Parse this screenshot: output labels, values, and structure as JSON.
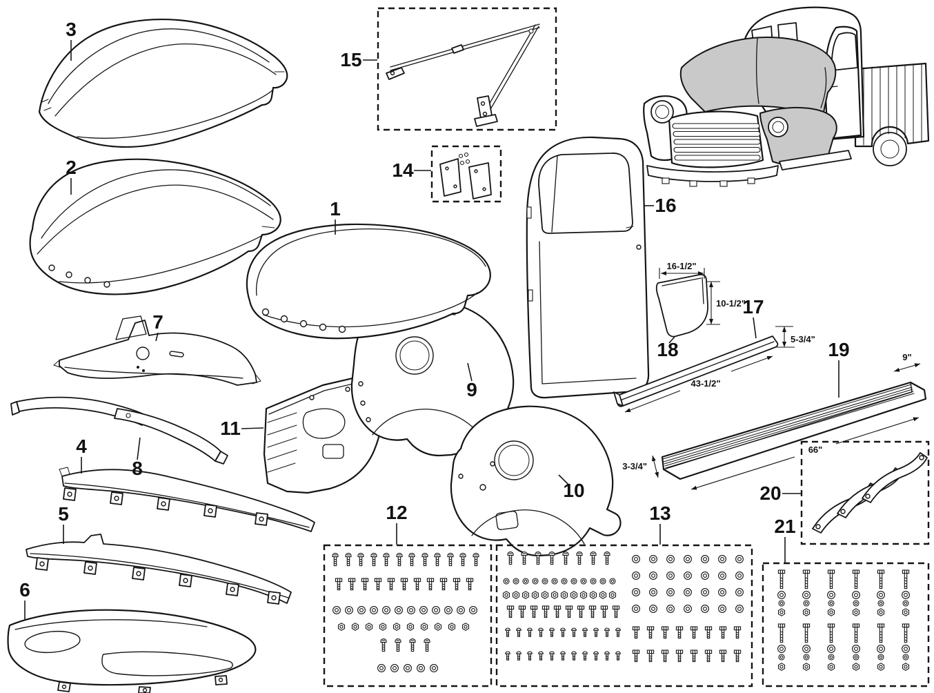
{
  "labels": {
    "p1": "1",
    "p2": "2",
    "p3": "3",
    "p4": "4",
    "p5": "5",
    "p6": "6",
    "p7": "7",
    "p8": "8",
    "p9": "9",
    "p10": "10",
    "p11": "11",
    "p12": "12",
    "p13": "13",
    "p14": "14",
    "p15": "15",
    "p16": "16",
    "p17": "17",
    "p18": "18",
    "p19": "19",
    "p20": "20",
    "p21": "21"
  },
  "dims": {
    "cowl_w": "16-1/2\"",
    "cowl_h": "10-1/2\"",
    "rocker_h": "5-3/4\"",
    "rocker_l": "43-1/2\"",
    "board_end": "9\"",
    "board_len": "66\"",
    "board_w": "3-3/4\""
  },
  "icons": {
    "hardware": [
      "round-head-screw",
      "hex-bolt",
      "flat-washer",
      "hex-nut",
      "carriage-bolt",
      "running-board-bracket"
    ]
  }
}
